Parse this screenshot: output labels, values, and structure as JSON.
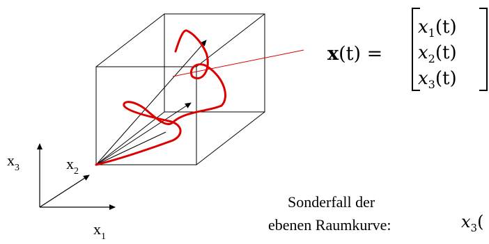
{
  "axes": {
    "x1": {
      "main": "x",
      "sub": "1"
    },
    "x2": {
      "main": "x",
      "sub": "2"
    },
    "x3": {
      "main": "x",
      "sub": "3"
    }
  },
  "equation": {
    "lhs": "x(t) =",
    "lhs_vector": "x",
    "lhs_arg": "(t) =",
    "entries": [
      {
        "main": "x",
        "sub": "1",
        "arg": "(t)"
      },
      {
        "main": "x",
        "sub": "2",
        "arg": "(t)"
      },
      {
        "main": "x",
        "sub": "3",
        "arg": "(t)"
      }
    ]
  },
  "special_case": {
    "line1": "Sonderfall der",
    "line2": "ebenen Raumkurve:",
    "formula_main": "x",
    "formula_sub": "3",
    "formula_tail": "("
  },
  "colors": {
    "curve": "#dd0000",
    "pointer": "#dd0000",
    "lines": "#000000"
  }
}
